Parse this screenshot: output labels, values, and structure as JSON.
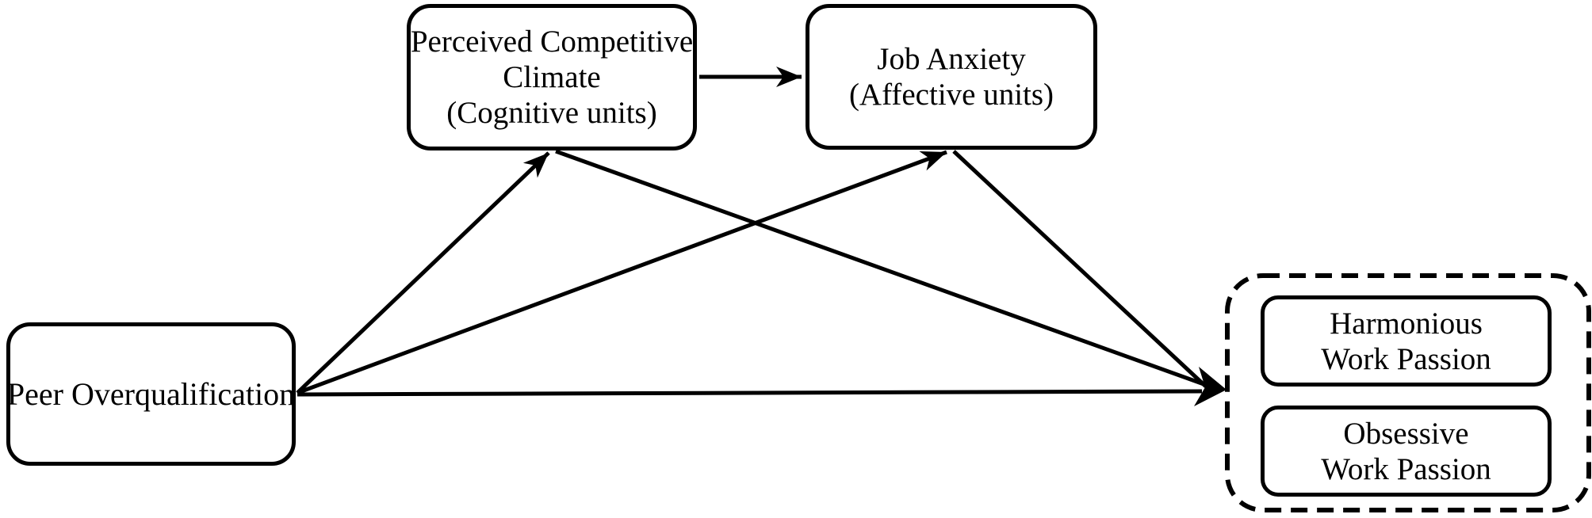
{
  "figure": {
    "background_color": "#ffffff",
    "stroke_color": "#000000",
    "nodes": {
      "peer_overqualification": {
        "lines": [
          "Peer Overqualification"
        ]
      },
      "perceived_competitive_climate": {
        "lines": [
          "Perceived Competitive",
          "Climate",
          "(Cognitive units)"
        ]
      },
      "job_anxiety": {
        "lines": [
          "Job Anxiety",
          "(Affective units)"
        ]
      },
      "harmonious_work_passion": {
        "lines": [
          "Harmonious",
          "Work Passion"
        ]
      },
      "obsessive_work_passion": {
        "lines": [
          "Obsessive",
          "Work Passion"
        ]
      }
    },
    "groups": {
      "work_passion_group": {
        "border_style": "dashed",
        "members": [
          "harmonious_work_passion",
          "obsessive_work_passion"
        ]
      }
    },
    "edges": [
      {
        "from": "peer_overqualification",
        "to": "perceived_competitive_climate",
        "style": "arrow"
      },
      {
        "from": "peer_overqualification",
        "to": "job_anxiety",
        "style": "arrow"
      },
      {
        "from": "peer_overqualification",
        "to": "work_passion_group",
        "style": "arrow"
      },
      {
        "from": "perceived_competitive_climate",
        "to": "job_anxiety",
        "style": "arrow"
      },
      {
        "from": "perceived_competitive_climate",
        "to": "work_passion_group",
        "style": "arrow"
      },
      {
        "from": "job_anxiety",
        "to": "work_passion_group",
        "style": "arrow"
      }
    ]
  }
}
